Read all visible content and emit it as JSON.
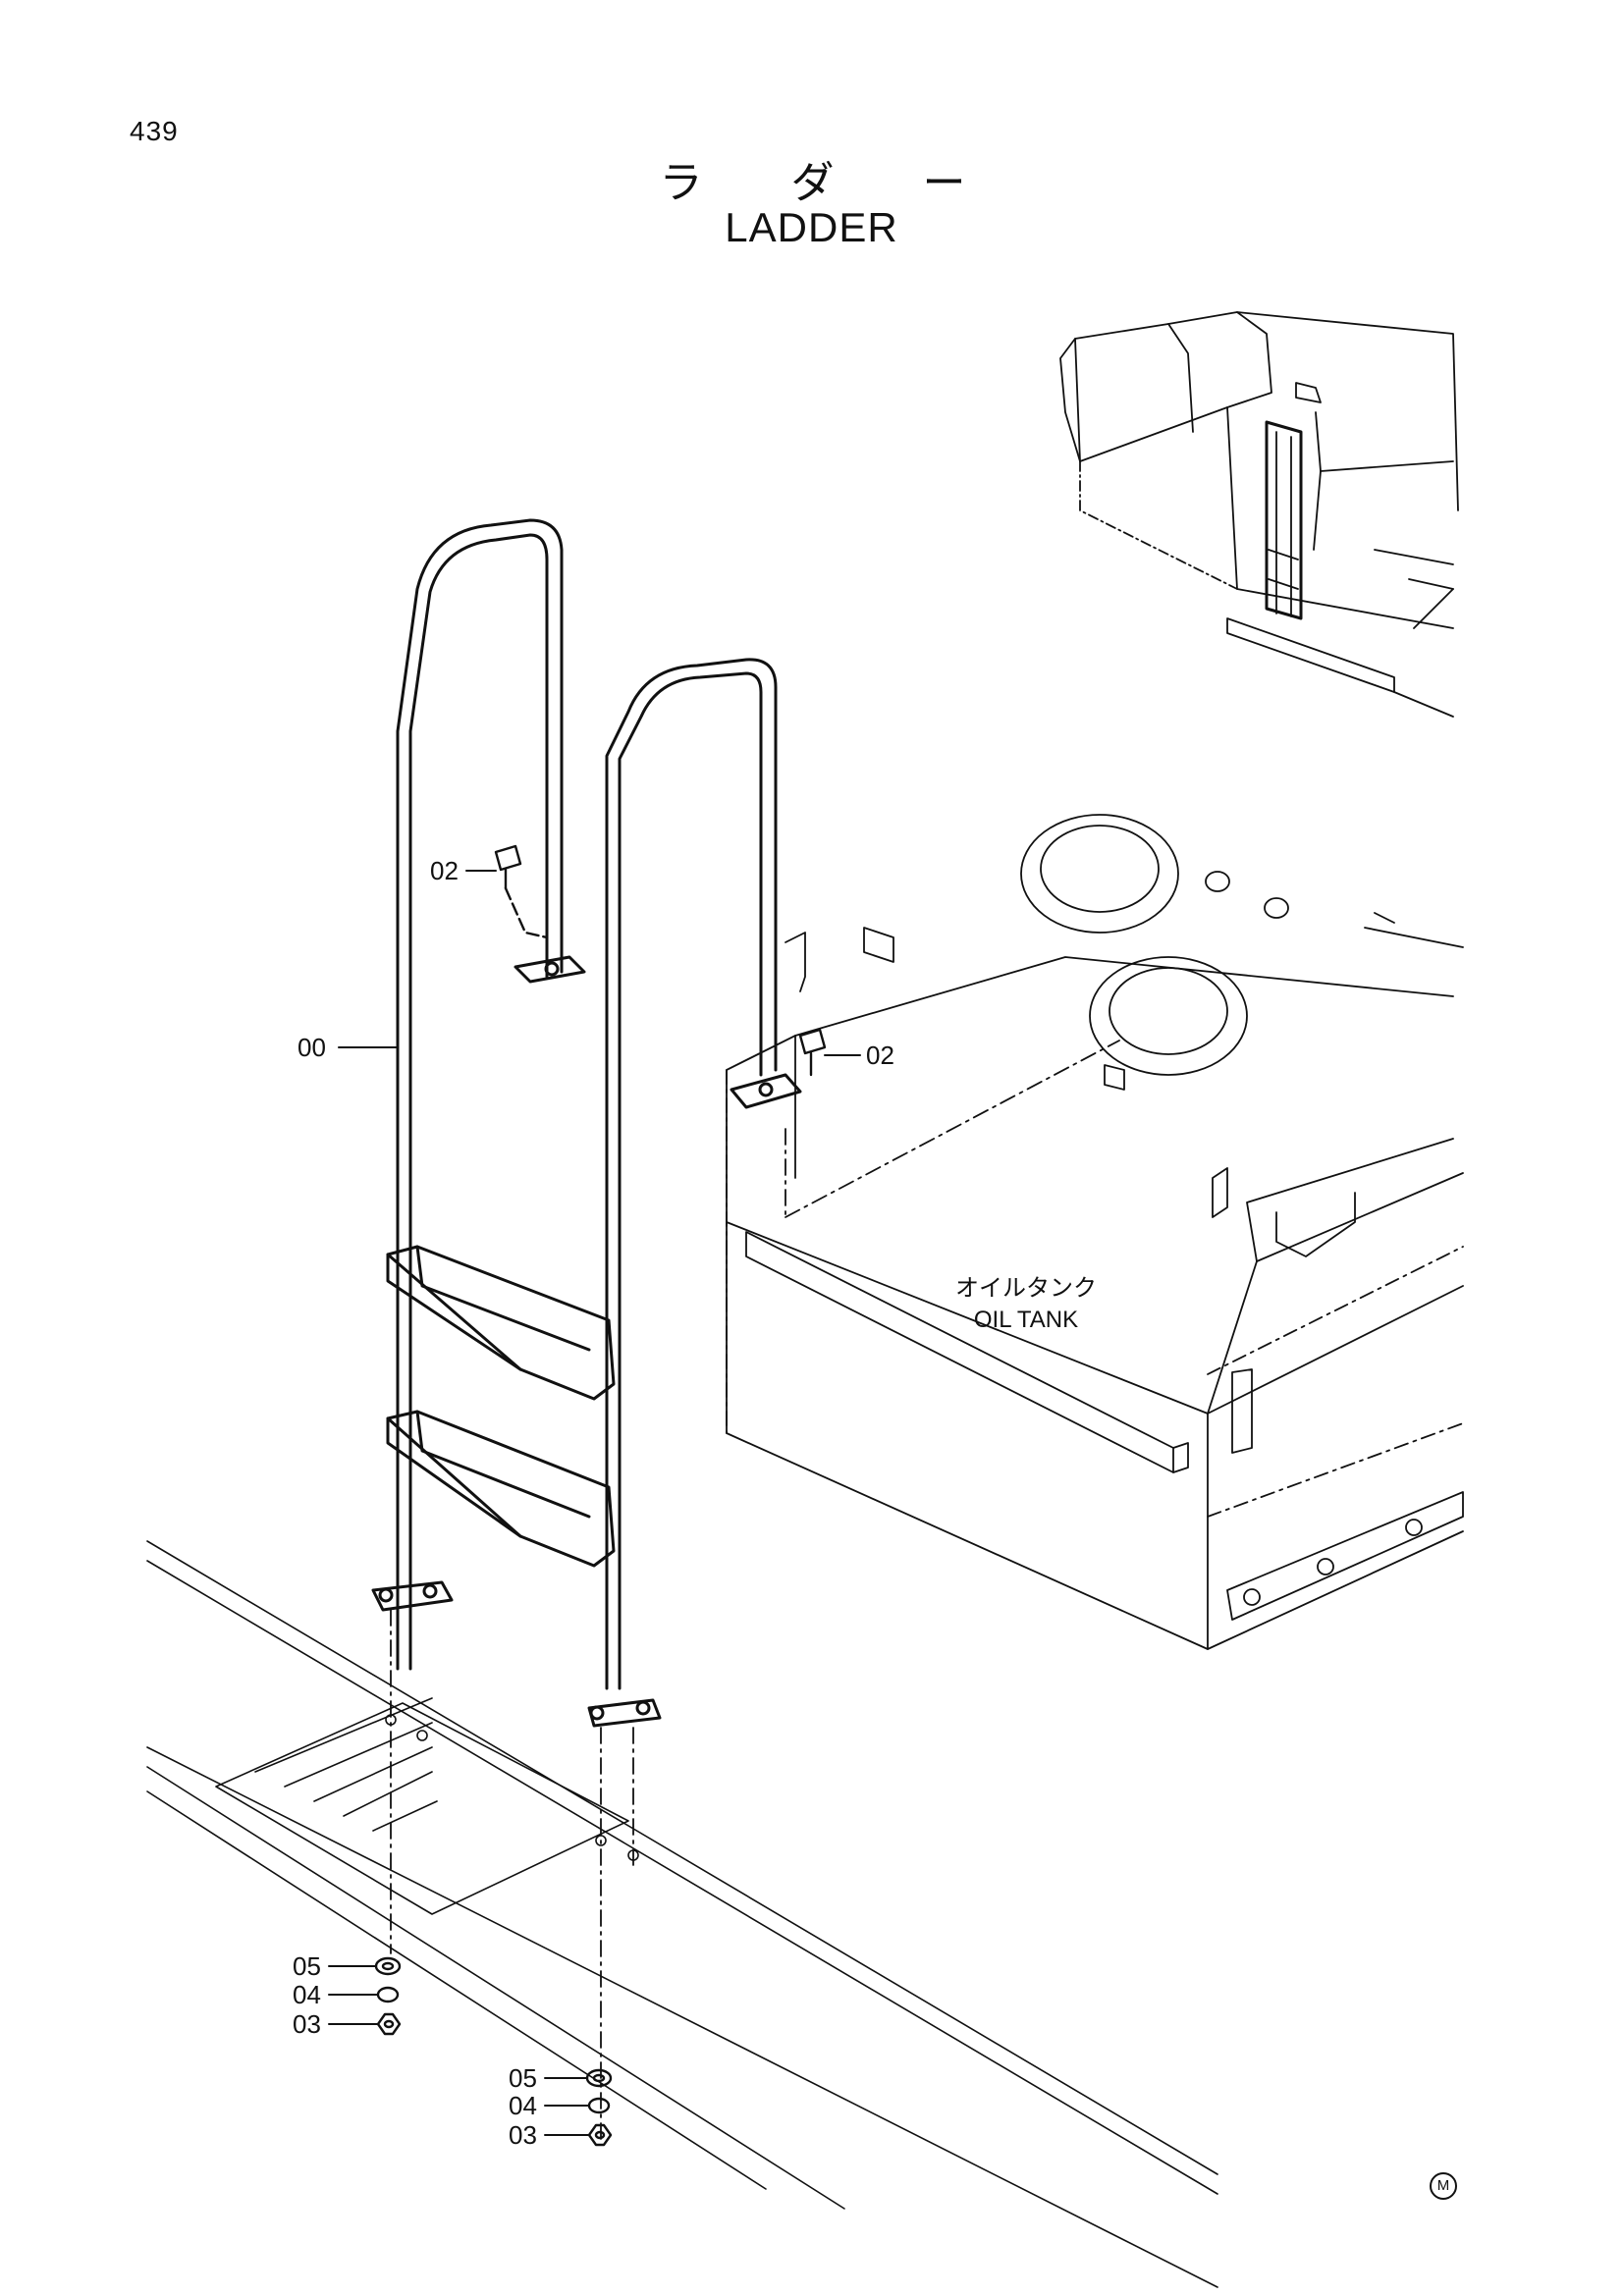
{
  "page": {
    "number": "439",
    "mark": "M"
  },
  "title": {
    "japanese": "ラ ダ ー",
    "english": "LADDER"
  },
  "labels": {
    "ladder_assy": "00",
    "bolt_upper_left": "02",
    "bolt_upper_right": "02",
    "washer_left": "05",
    "spring_washer_left": "04",
    "nut_left": "03",
    "washer_right": "05",
    "spring_washer_right": "04",
    "nut_right": "03"
  },
  "tank": {
    "label_jp": "オイルタンク",
    "label_en": "OIL TANK"
  }
}
